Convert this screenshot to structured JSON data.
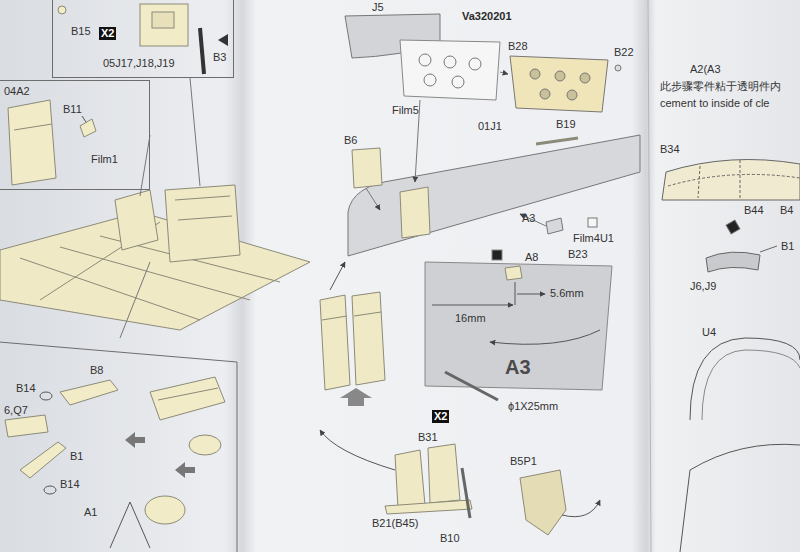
{
  "diagram": {
    "nodes": [
      {
        "text": [
          "B15",
          "X2",
          "05J17,J18,J19",
          "B3"
        ]
      },
      {
        "text": [
          "04A2",
          "B11",
          "Film1"
        ]
      },
      {
        "text": [
          "B14",
          "B8",
          "6,Q7",
          "B1",
          "B14",
          "A1"
        ]
      }
    ],
    "labels": [
      "Va320201",
      "J5",
      "B28",
      "B22",
      "Film5",
      "B6",
      "01J1",
      "B19",
      "A3",
      "Film4U1",
      "A8",
      "B23",
      "5.6mm",
      "16mm",
      "A3",
      "ϕ1X25mm",
      "X2",
      "B31",
      "B5P1",
      "B21(B45)",
      "B10",
      "A2(A3",
      "此步骤零件粘于透明件内",
      "cement to inside of cle",
      "B34",
      "B44",
      "B4",
      "B1",
      "J6,J9",
      "U4"
    ]
  }
}
